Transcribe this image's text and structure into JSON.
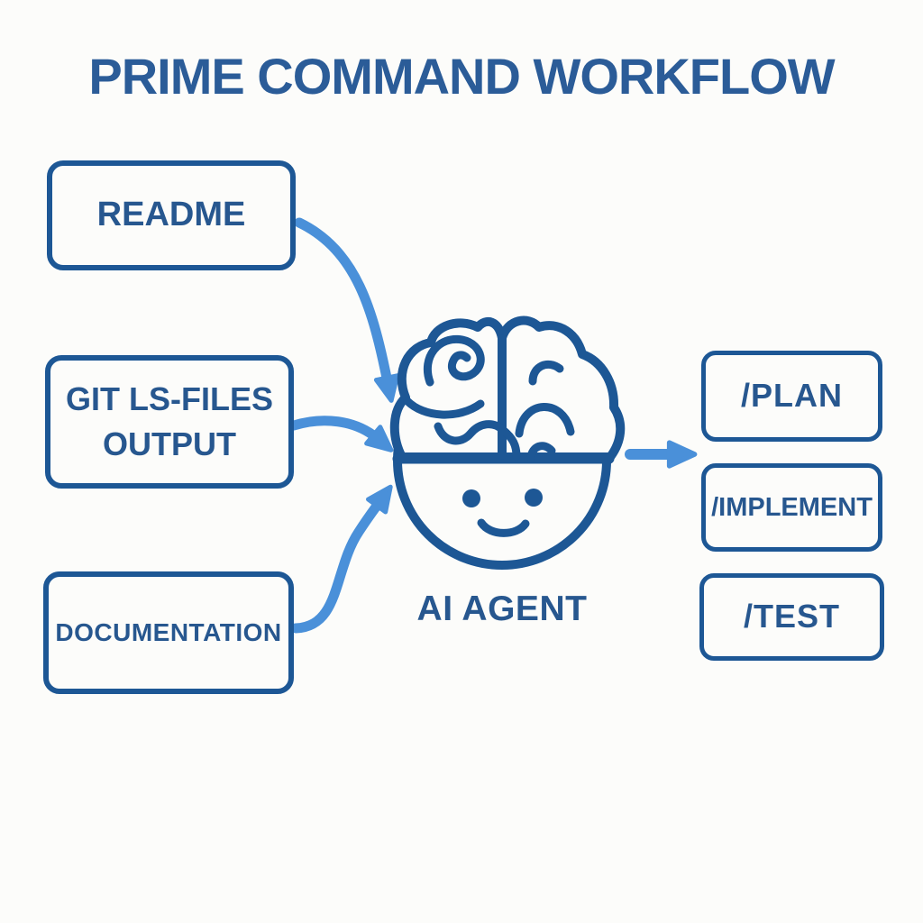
{
  "title": "PRIME COMMAND WORKFLOW",
  "inputs": [
    {
      "id": "readme",
      "label": "README"
    },
    {
      "id": "git-ls-files",
      "label": "GIT LS-FILES\nOUTPUT"
    },
    {
      "id": "documentation",
      "label": "DOCUMENTATION"
    }
  ],
  "agent": {
    "label": "AI AGENT",
    "icon": "brain-face-icon"
  },
  "outputs": [
    {
      "id": "plan",
      "label": "/PLAN"
    },
    {
      "id": "implement",
      "label": "/IMPLEMENT"
    },
    {
      "id": "test",
      "label": "/TEST"
    }
  ],
  "connections": [
    {
      "from": "readme",
      "to": "ai-agent"
    },
    {
      "from": "git-ls-files",
      "to": "ai-agent"
    },
    {
      "from": "documentation",
      "to": "ai-agent"
    },
    {
      "from": "ai-agent",
      "to": "command-outputs"
    }
  ],
  "colors": {
    "bg": "#fcfcfa",
    "primary": "#1d5795",
    "text": "#27578f",
    "title": "#2b5c98",
    "arrow": "#4a90d9"
  }
}
